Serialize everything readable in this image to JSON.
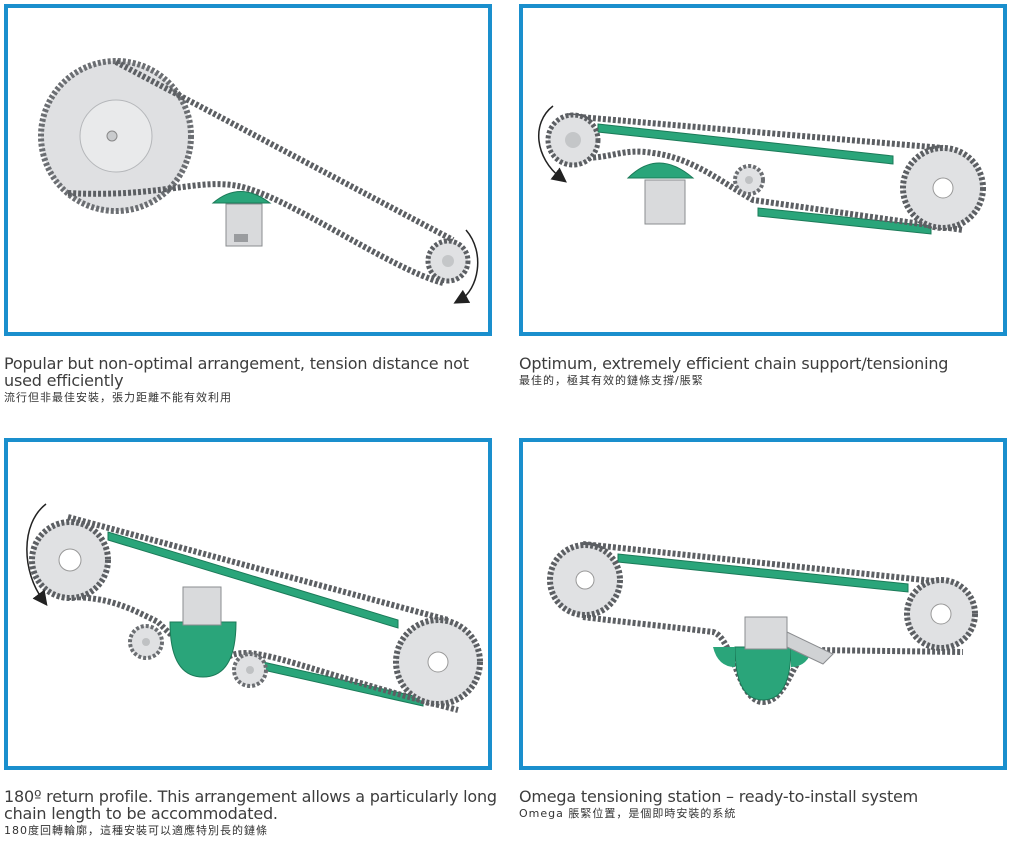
{
  "colors": {
    "frame": "#1a8fcd",
    "guide_green": "#2aa57a",
    "chain_dark": "#5c5f63",
    "sprocket": "#e6e7e8"
  },
  "panels": [
    {
      "caption_en": "Popular but non-optimal arrangement, tension distance not used efficiently",
      "caption_zh": "流行但非最佳安裝，張力距離不能有效利用"
    },
    {
      "caption_en": "Optimum, extremely efficient chain support/tensioning",
      "caption_zh": "最佳的，極其有效的鏈條支撐/脹緊"
    },
    {
      "caption_en": "180º return profile. This arrangement allows a particularly long chain length to be accommodated.",
      "caption_zh": "180度回轉輪廓，這種安裝可以適應特別長的鏈條"
    },
    {
      "caption_en": "Omega tensioning station – ready-to-install system",
      "caption_zh": "Omega 脹緊位置，是個即時安裝的系統"
    }
  ]
}
